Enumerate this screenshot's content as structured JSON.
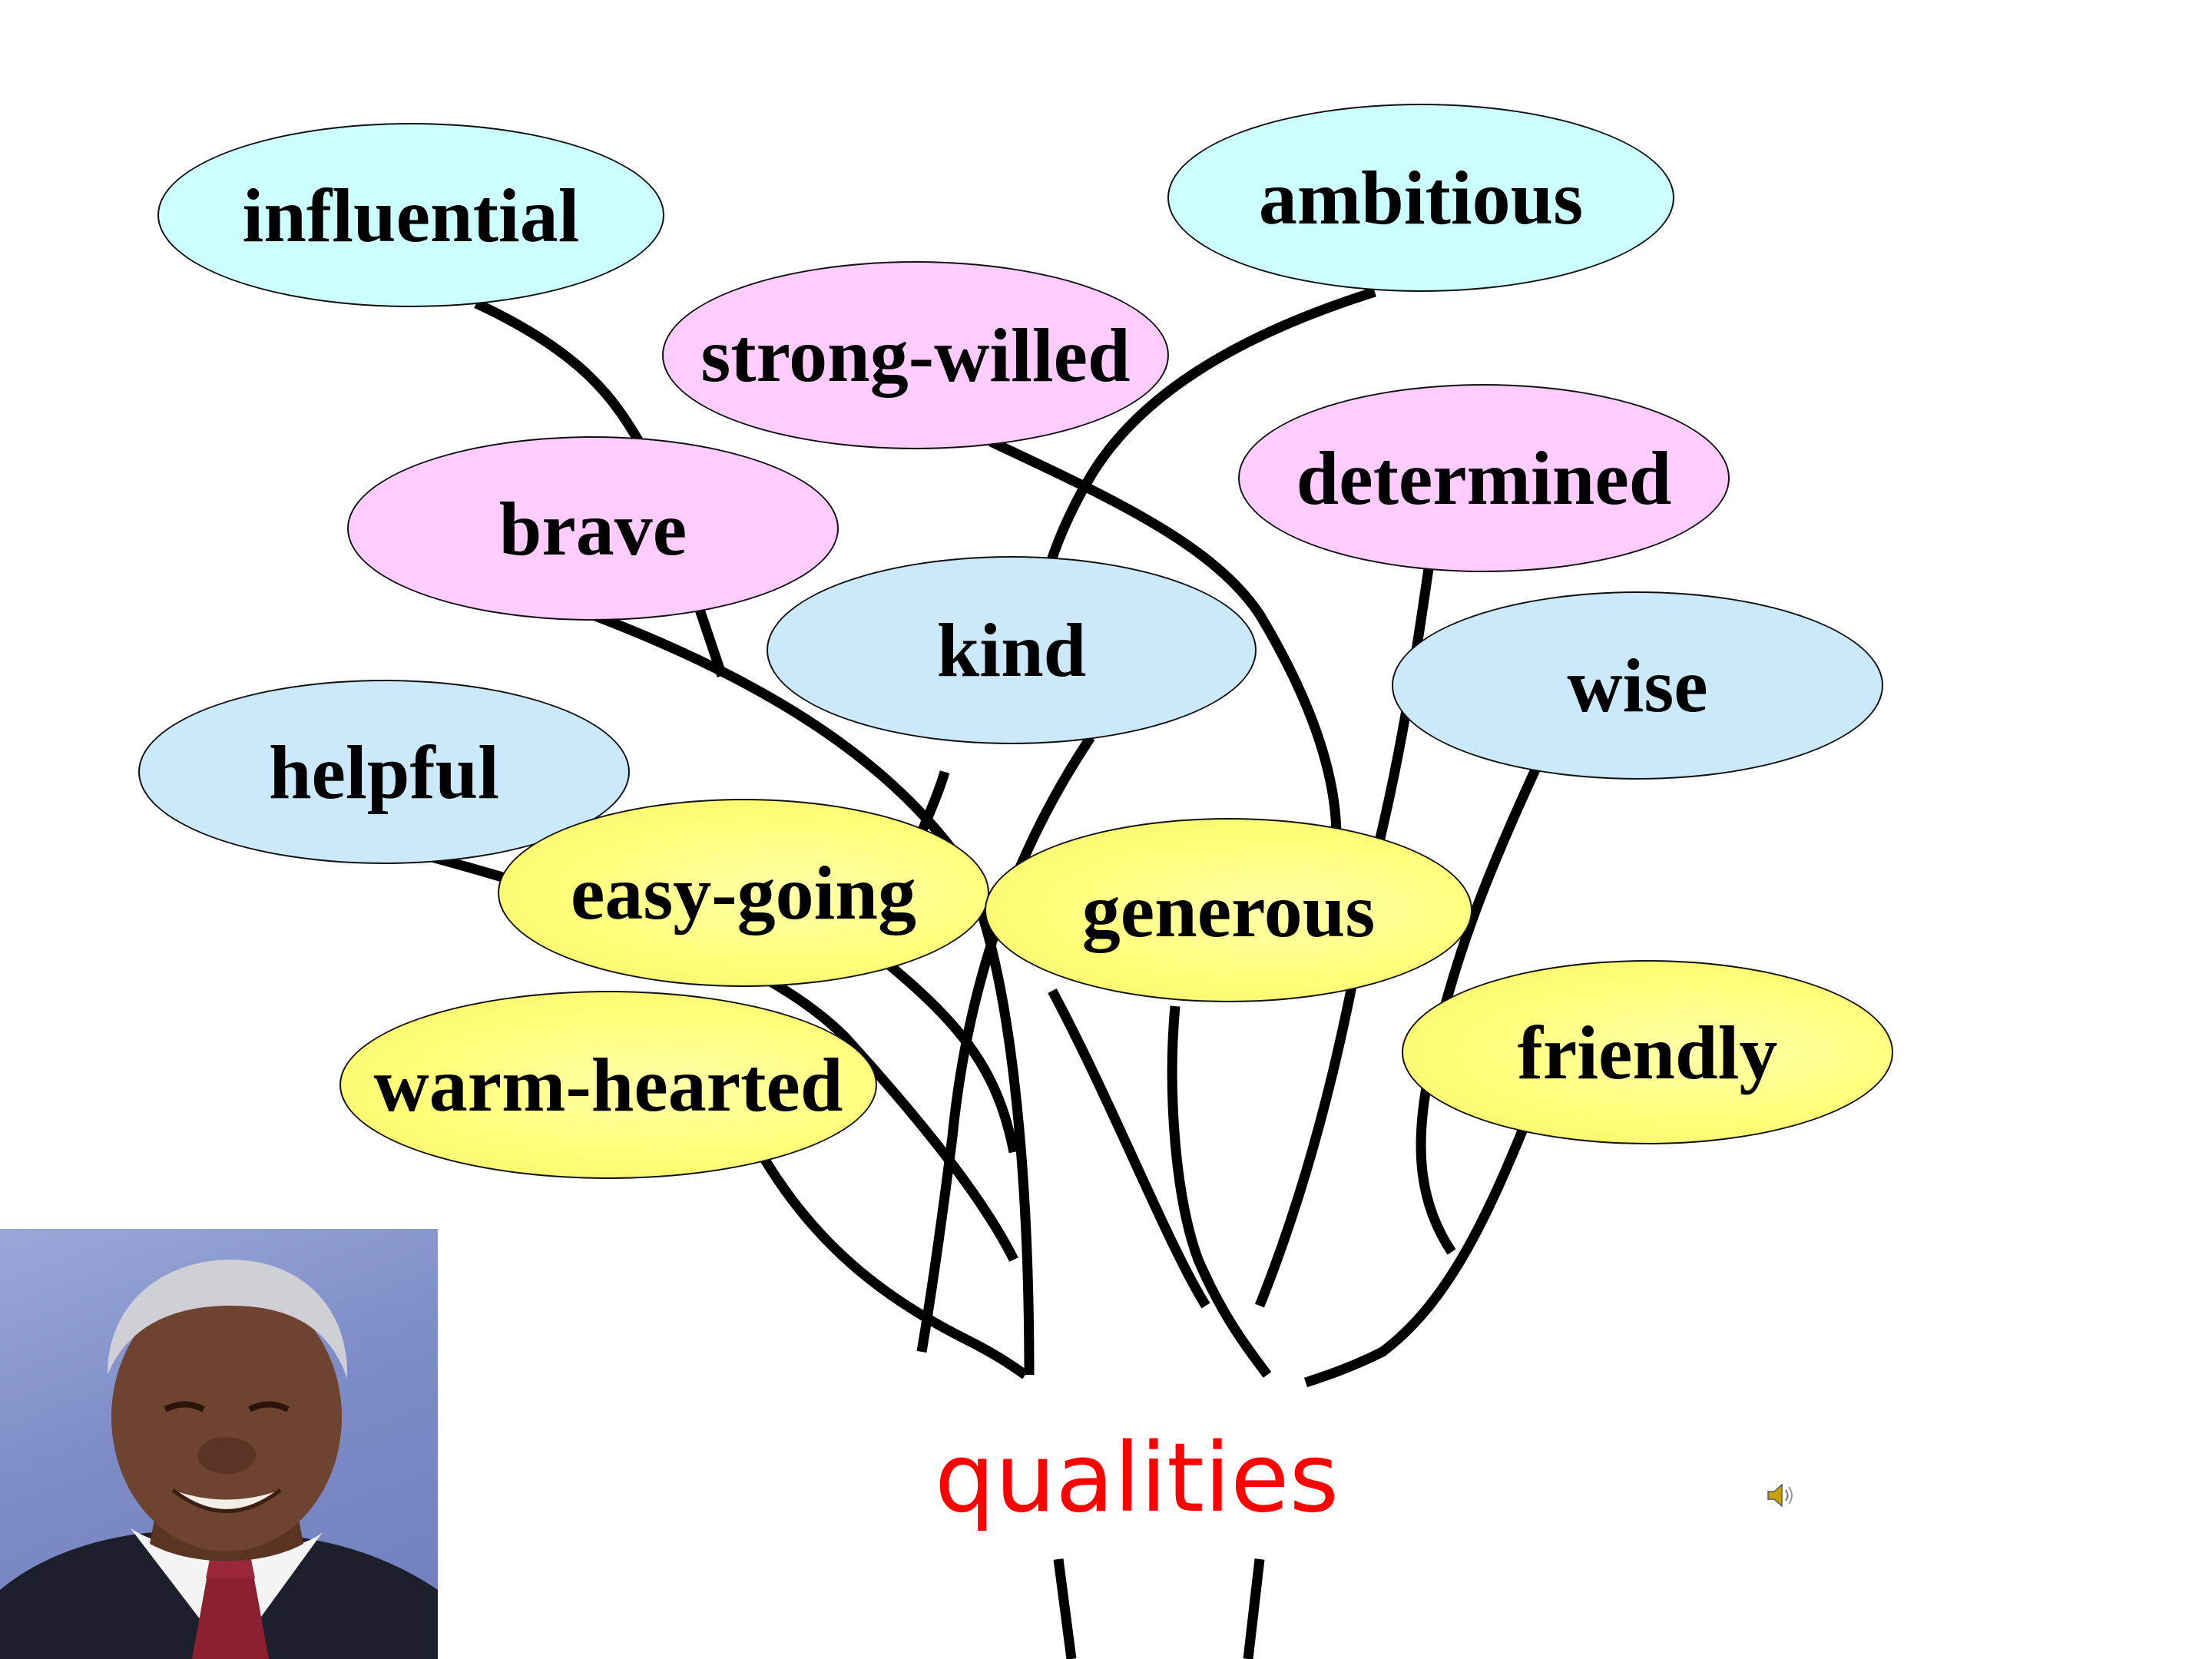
{
  "center_label": "qualities",
  "qualities": [
    {
      "key": "influential",
      "label": "influential",
      "color": "cyan"
    },
    {
      "key": "ambitious",
      "label": "ambitious",
      "color": "cyan"
    },
    {
      "key": "strong-willed",
      "label": "strong-willed",
      "color": "pink"
    },
    {
      "key": "brave",
      "label": "brave",
      "color": "pink"
    },
    {
      "key": "determined",
      "label": "determined",
      "color": "pink"
    },
    {
      "key": "kind",
      "label": "kind",
      "color": "blue"
    },
    {
      "key": "wise",
      "label": "wise",
      "color": "blue"
    },
    {
      "key": "helpful",
      "label": "helpful",
      "color": "blue"
    },
    {
      "key": "easy-going",
      "label": "easy-going",
      "color": "yellow"
    },
    {
      "key": "generous",
      "label": "generous",
      "color": "yellow"
    },
    {
      "key": "warm-hearted",
      "label": "warm-hearted",
      "color": "yellow"
    },
    {
      "key": "friendly",
      "label": "friendly",
      "color": "yellow"
    }
  ],
  "colors": {
    "cyan": "#ccffff",
    "pink": "#ffccff",
    "blue": "#cce9fb",
    "yellow": "#ffff80",
    "label_accent": "#ff0000"
  },
  "icons": [
    "speaker-icon"
  ]
}
